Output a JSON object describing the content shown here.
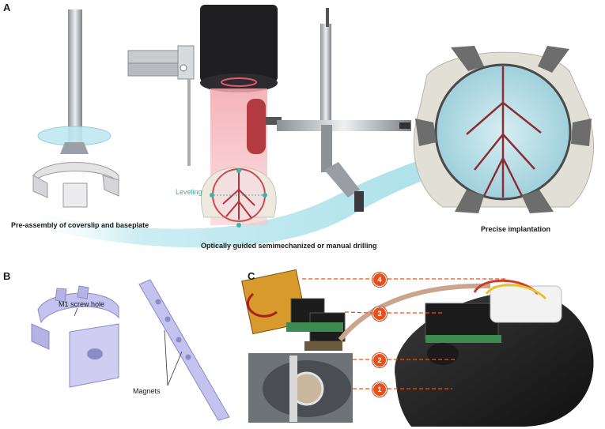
{
  "panels": {
    "a": "A",
    "b": "B",
    "c": "C"
  },
  "captions": {
    "preassembly": "Pre-assembly of coverslip and baseplate",
    "drilling": "Optically guided semimechanized or manual drilling",
    "implantation": "Precise implantation",
    "leveling": "Leveling"
  },
  "labels": {
    "screw_hole": "M1 screw hole",
    "magnets": "Magnets"
  },
  "markers": [
    "1",
    "2",
    "3",
    "4"
  ],
  "colors": {
    "accent_teal": "#3bb5a5",
    "marker_orange": "#e6501b",
    "laser_red": "#e0484f",
    "plate_purple": "#c4c2ee"
  }
}
